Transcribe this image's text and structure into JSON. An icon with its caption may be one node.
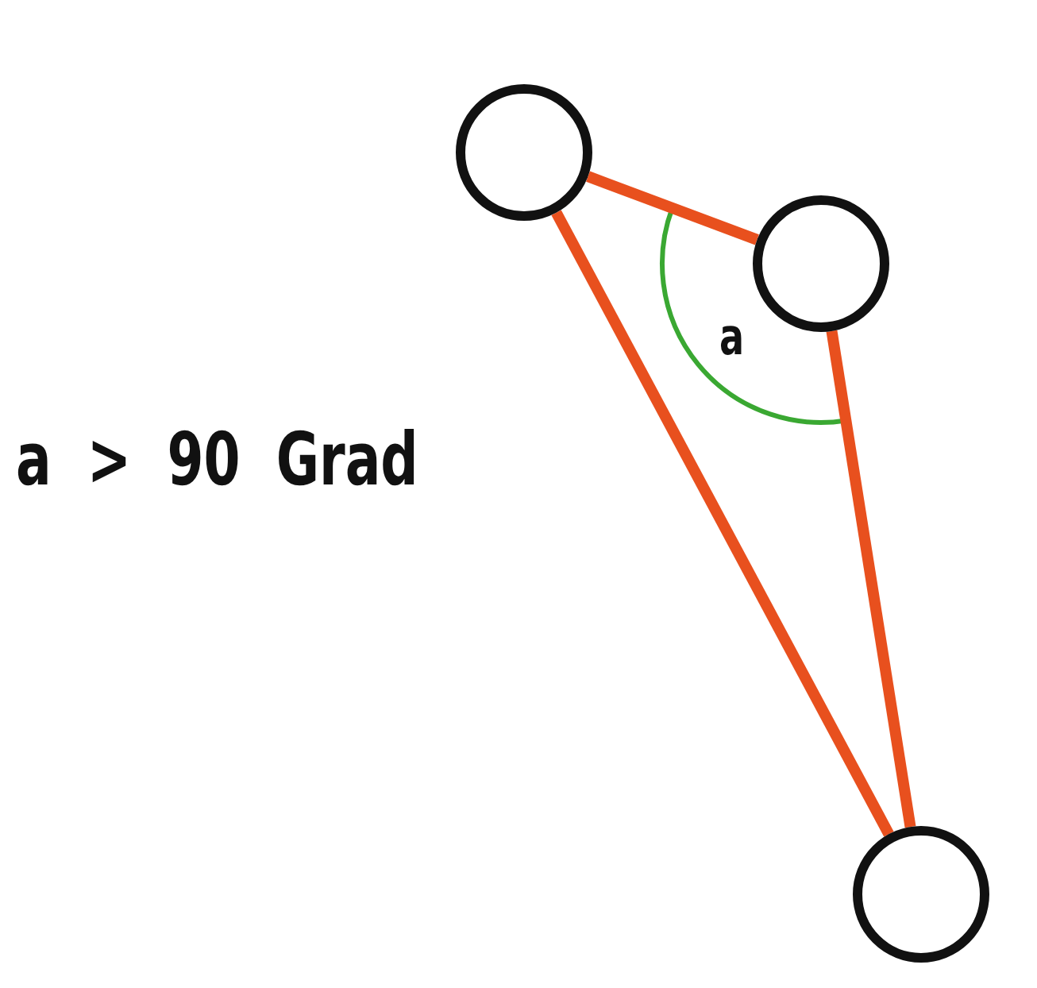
{
  "diagram": {
    "nodes": [
      {
        "text": [],
        "shape": "circle"
      },
      {
        "text": [],
        "shape": "circle"
      },
      {
        "text": [],
        "shape": "circle"
      }
    ],
    "edges": [
      {
        "from": 0,
        "to": 1,
        "arrow": "none"
      },
      {
        "from": 1,
        "to": 2,
        "arrow": "none"
      },
      {
        "from": 2,
        "to": 0,
        "arrow": "none"
      }
    ],
    "labels": [
      "a",
      "a > 90 Grad"
    ]
  }
}
